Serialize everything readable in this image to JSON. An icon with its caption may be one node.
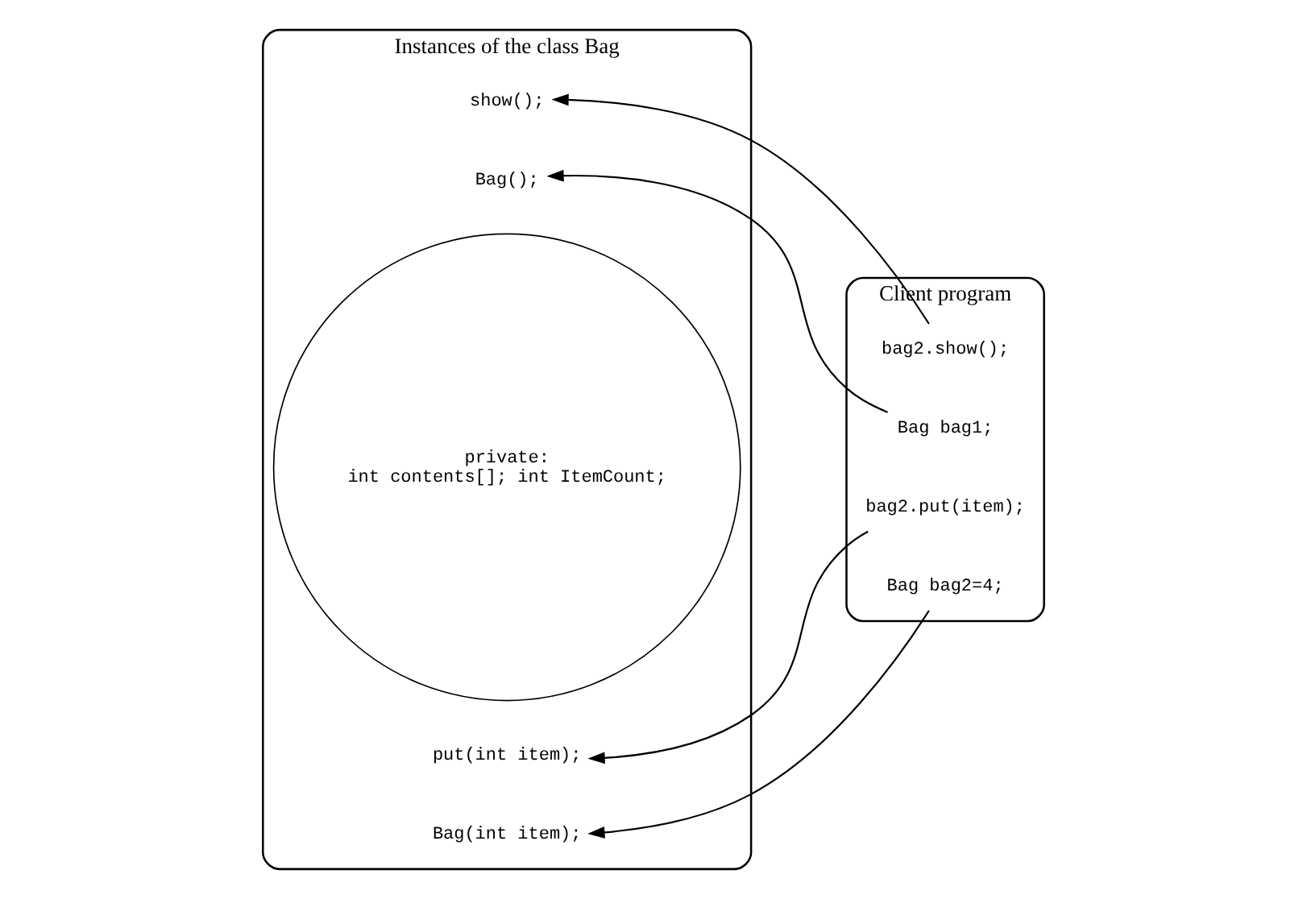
{
  "diagram": {
    "nodes": [
      {
        "text": [
          "Instances of the class Bag"
        ]
      },
      {
        "text": [
          "show();"
        ],
        "in": 0
      },
      {
        "text": [
          "Bag();"
        ],
        "in": 0
      },
      {
        "text": [
          "private:",
          "int contents[]; int ItemCount;"
        ],
        "in": 0
      },
      {
        "text": [
          "put(int item);"
        ],
        "in": 0
      },
      {
        "text": [
          "Bag(int item);"
        ],
        "in": 0
      },
      {
        "text": [
          "Client program"
        ]
      },
      {
        "text": [
          "Bag bag1;"
        ],
        "in": 6
      },
      {
        "text": [
          "Bag bag2=4;"
        ],
        "in": 6
      },
      {
        "text": [
          "bag2.put(item);"
        ],
        "in": 6
      },
      {
        "text": [
          "bag2.show();"
        ],
        "in": 6
      }
    ],
    "edges": [
      {
        "from": 7,
        "to": 2,
        "arrow": "to"
      },
      {
        "from": 8,
        "to": 5,
        "arrow": "to"
      },
      {
        "from": 9,
        "to": 4,
        "arrow": "to"
      },
      {
        "from": 10,
        "to": 1,
        "arrow": "to"
      }
    ]
  }
}
